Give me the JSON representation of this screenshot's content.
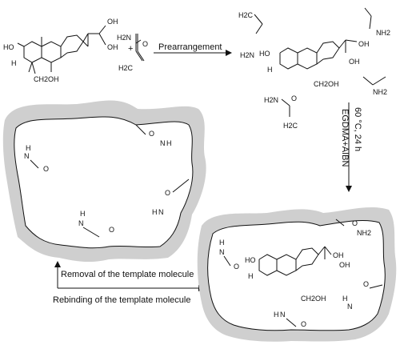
{
  "steps": {
    "prearrangement": "Prearrangement",
    "conditions_temp": "60 °C, 24 h",
    "conditions_reagents": "EGDMA+AIBN",
    "removal": "Removal of the template molecule",
    "rebinding": "Rebinding of the template molecule"
  },
  "labels": {
    "ho": "HO",
    "oh": "OH",
    "h": "H",
    "ch2oh": "CH2OH",
    "h2c": "H2C",
    "h2n": "H2N",
    "nh2": "NH2",
    "o": "O",
    "n": "N",
    "plus": "+"
  },
  "colors": {
    "cavity_fill": "#cfcfcf",
    "ink": "#111111"
  }
}
